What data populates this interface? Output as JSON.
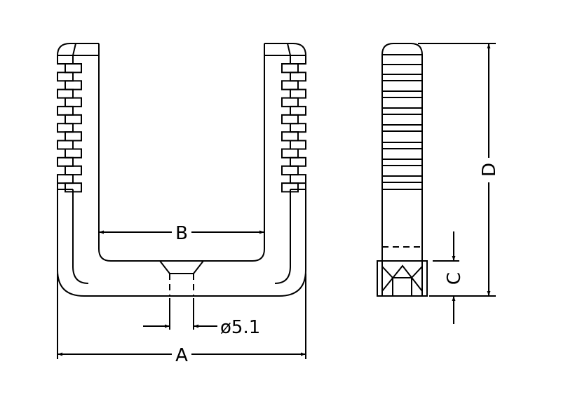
{
  "dimensions": {
    "A": "A",
    "B": "B",
    "C": "C",
    "D": "D",
    "hole": "ø5.1"
  },
  "colors": {
    "line": "#000000",
    "background": "#ffffff"
  }
}
